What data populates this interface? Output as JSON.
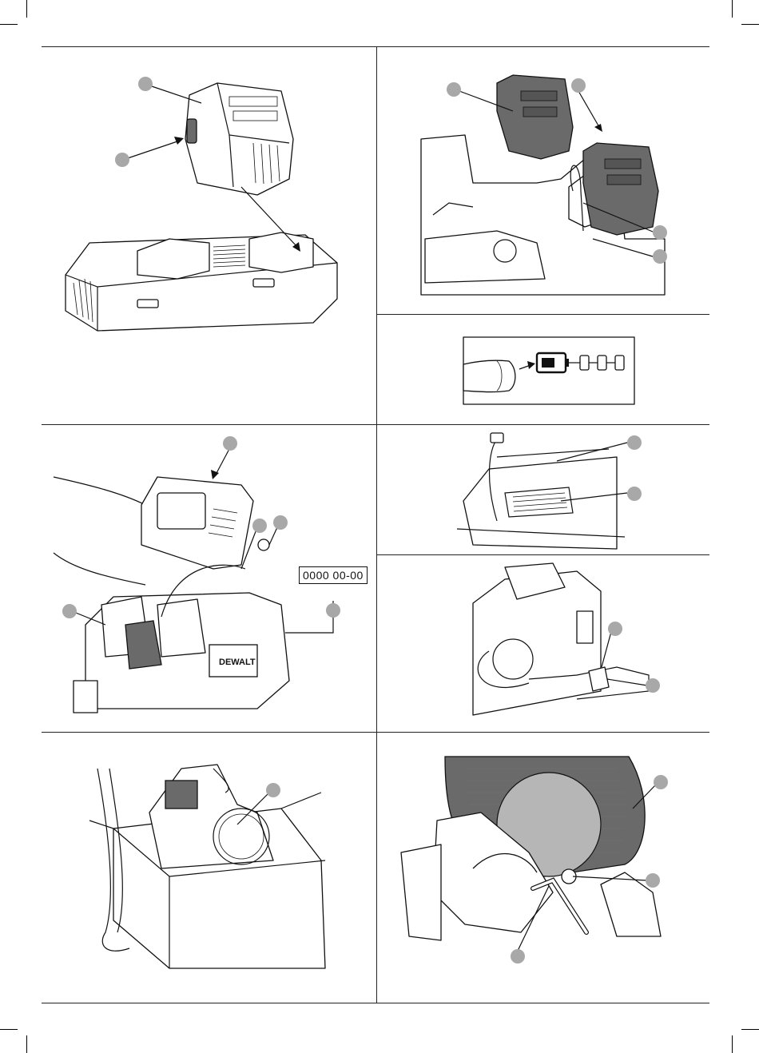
{
  "page": {
    "serial_code": "0000 00-00",
    "brand_mark": "DEWALT",
    "battery_brand_mark": "DEWALT"
  },
  "panels": [
    {
      "id": "charger",
      "subject": "battery-on-dual-charger"
    },
    {
      "id": "battery-install",
      "subject": "batteries-inserted-into-saw"
    },
    {
      "id": "fuel-gauge",
      "subject": "finger-pressing-fuel-gauge"
    },
    {
      "id": "battery-cover",
      "subject": "battery-cover-and-date-code"
    },
    {
      "id": "lock-bar",
      "subject": "battery-lock-bar"
    },
    {
      "id": "handle-lock",
      "subject": "saw-head-lock"
    },
    {
      "id": "carry",
      "subject": "lifting-saw-from-box"
    },
    {
      "id": "blade-change",
      "subject": "blade-guard-and-hex-key"
    }
  ],
  "icons": {
    "callout": "grey-circle",
    "arrow": "black-arrow"
  }
}
